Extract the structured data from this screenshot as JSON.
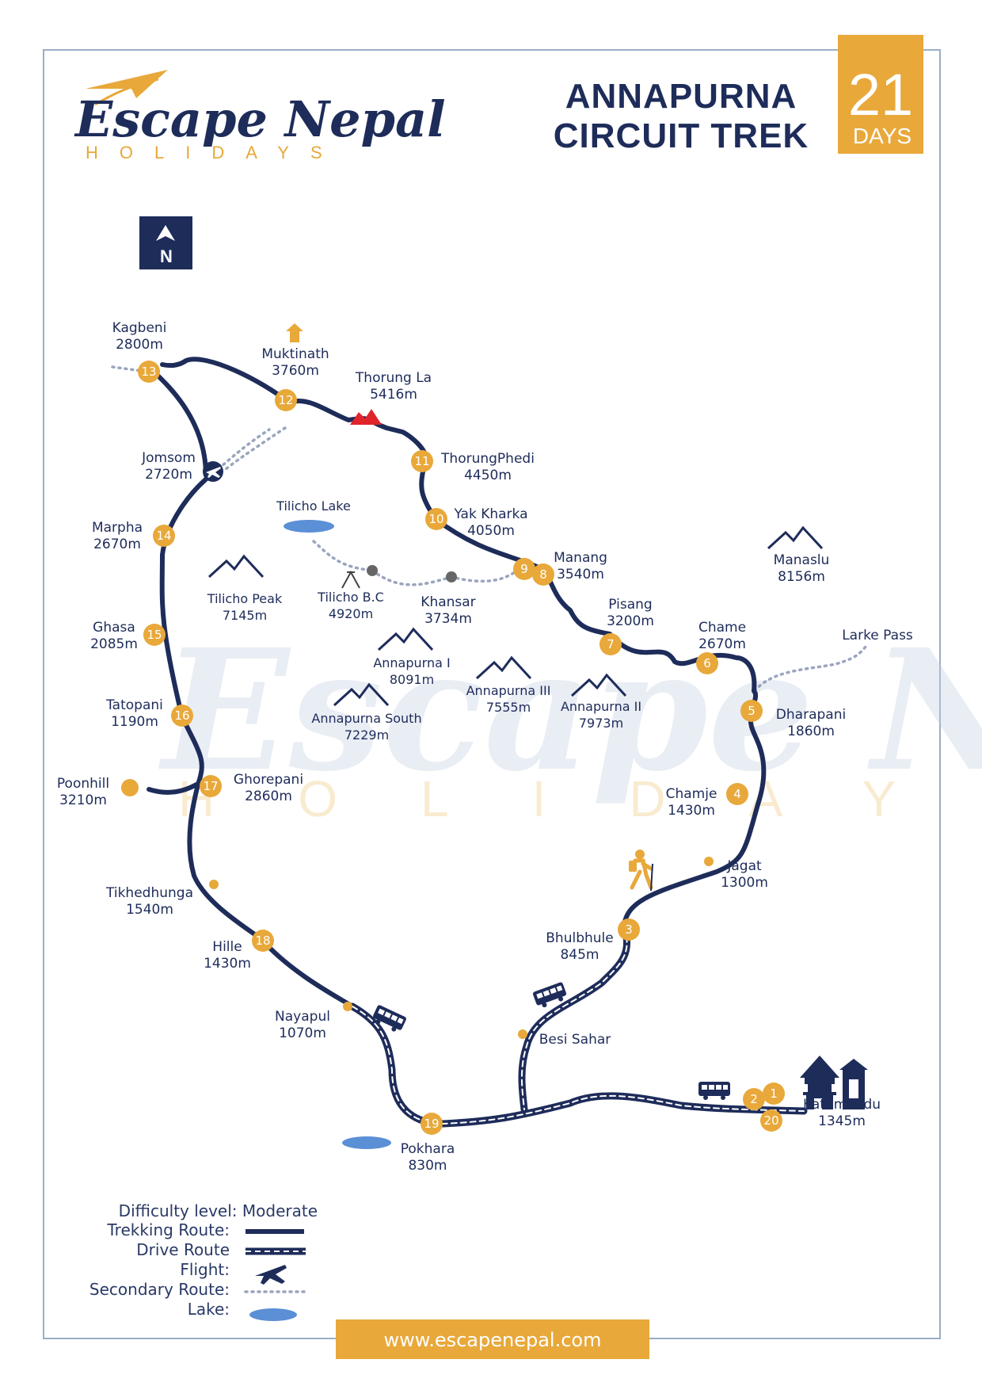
{
  "brand": {
    "name": "Escape Nepal",
    "tagline": "HOLIDAYS",
    "website": "www.escapenepal.com",
    "colors": {
      "navy": "#1e2c5a",
      "gold": "#e8a83a",
      "red": "#e0242a",
      "lake": "#5b8fd6",
      "secondary": "#9aa5bd"
    }
  },
  "header": {
    "title_line1": "ANNAPURNA",
    "title_line2": "CIRCUIT TREK",
    "days_number": "21",
    "days_label": "DAYS"
  },
  "compass": {
    "label": "N"
  },
  "stops": [
    {
      "num": "1",
      "name": "Kathmandu",
      "alt": "1345m"
    },
    {
      "num": "2",
      "name": "",
      "alt": ""
    },
    {
      "num": "20",
      "name": "",
      "alt": ""
    },
    {
      "num": "3",
      "name": "Bhulbhule",
      "alt": "845m"
    },
    {
      "num": "4",
      "name": "Chamje",
      "alt": "1430m"
    },
    {
      "num": "5",
      "name": "Dharapani",
      "alt": "1860m"
    },
    {
      "num": "6",
      "name": "Chame",
      "alt": "2670m"
    },
    {
      "num": "7",
      "name": "Pisang",
      "alt": "3200m"
    },
    {
      "num": "8",
      "name": "",
      "alt": ""
    },
    {
      "num": "9",
      "name": "Manang",
      "alt": "3540m"
    },
    {
      "num": "10",
      "name": "Yak Kharka",
      "alt": "4050m"
    },
    {
      "num": "11",
      "name": "ThorungPhedi",
      "alt": "4450m"
    },
    {
      "num": "12",
      "name": "Muktinath",
      "alt": "3760m"
    },
    {
      "num": "13",
      "name": "Kagbeni",
      "alt": "2800m"
    },
    {
      "num": "14",
      "name": "Marpha",
      "alt": "2670m"
    },
    {
      "num": "15",
      "name": "Ghasa",
      "alt": "2085m"
    },
    {
      "num": "16",
      "name": "Tatopani",
      "alt": "1190m"
    },
    {
      "num": "17",
      "name": "Ghorepani",
      "alt": "2860m"
    },
    {
      "num": "18",
      "name": "Hille",
      "alt": "1430m"
    },
    {
      "num": "19",
      "name": "Pokhara",
      "alt": "830m"
    }
  ],
  "points": {
    "thorung_la": {
      "name": "Thorung La",
      "alt": "5416m"
    },
    "jomsom": {
      "name": "Jomsom",
      "alt": "2720m"
    },
    "poonhill": {
      "name": "Poonhill",
      "alt": "3210m"
    },
    "tikhedhunga": {
      "name": "Tikhedhunga",
      "alt": "1540m"
    },
    "nayapul": {
      "name": "Nayapul",
      "alt": "1070m"
    },
    "besi_sahar": {
      "name": "Besi Sahar"
    },
    "jagat": {
      "name": "Jagat",
      "alt": "1300m"
    },
    "khansar": {
      "name": "Khansar",
      "alt": "3734m"
    },
    "tilicho_bc": {
      "name": "Tilicho B.C",
      "alt": "4920m"
    },
    "tilicho_lake": {
      "name": "Tilicho Lake"
    },
    "larke_pass": {
      "name": "Larke Pass"
    }
  },
  "peaks": {
    "manaslu": {
      "name": "Manaslu",
      "alt": "8156m"
    },
    "tilicho_peak": {
      "name": "Tilicho Peak",
      "alt": "7145m"
    },
    "annapurna_1": {
      "name": "Annapurna I",
      "alt": "8091m"
    },
    "annapurna_3": {
      "name": "Annapurna III",
      "alt": "7555m"
    },
    "annapurna_2": {
      "name": "Annapurna II",
      "alt": "7973m"
    },
    "annapurna_south": {
      "name": "Annapurna South",
      "alt": "7229m"
    }
  },
  "legend": {
    "difficulty": "Difficulty level: Moderate",
    "trekking": "Trekking Route:",
    "drive": "Drive Route",
    "flight": "Flight:",
    "secondary": "Secondary Route:",
    "lake": "Lake:"
  },
  "icons": [
    "compass-arrow-icon",
    "airplane-icon",
    "summit-icon",
    "temple-icon",
    "tent-icon",
    "bus-icon",
    "hiker-icon",
    "pagoda-icon",
    "mountain-icon",
    "lake-icon"
  ]
}
